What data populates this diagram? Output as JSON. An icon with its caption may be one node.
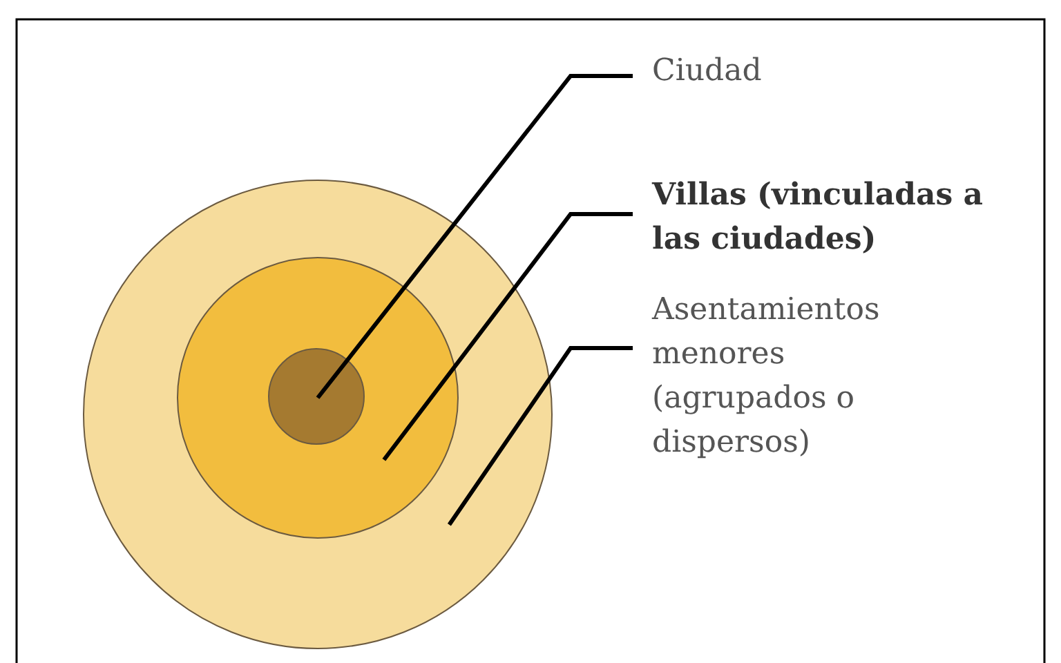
{
  "diagram": {
    "nodes": [
      {
        "text": [
          "Ciudad"
        ]
      },
      {
        "text": [
          "Villas (vinculadas a las ciudades)"
        ]
      },
      {
        "text": [
          "Asentamientos menores (agrupados o dispersos)"
        ]
      },
      {
        "text": [],
        "shape": "circle"
      },
      {
        "text": [],
        "shape": "circle",
        "in": 3
      },
      {
        "text": [],
        "shape": "circle",
        "in": 4
      }
    ],
    "edges": [
      {
        "from": 0,
        "to": 5,
        "arrow": "none"
      },
      {
        "from": 1,
        "to": 4,
        "arrow": "none"
      },
      {
        "from": 2,
        "to": 3,
        "arrow": "none"
      }
    ]
  }
}
